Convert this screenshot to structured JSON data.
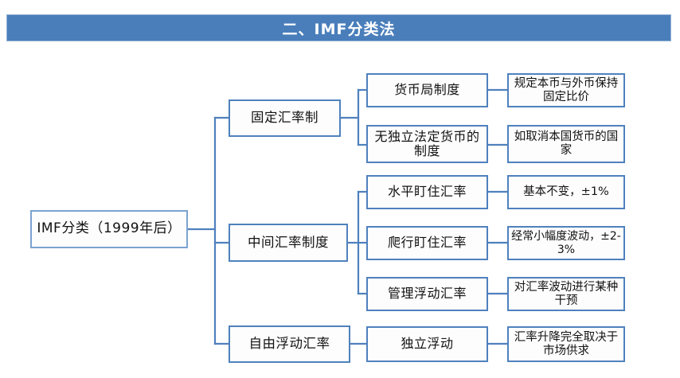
{
  "title": {
    "text": "二、IMF分类法",
    "bar_color": "#4a7ebb",
    "text_color": "#ffffff"
  },
  "palette": {
    "node_border": "#4f81bd",
    "node_fill": "#fdfdfd",
    "connector": "#4f81bd",
    "root_border": "#7ba3d0",
    "background": "#ffffff"
  },
  "diagram": {
    "type": "tree",
    "orientation": "left-to-right",
    "root": {
      "label": "IMF分类（1999年后）"
    },
    "level2": [
      {
        "label": "固定汇率制"
      },
      {
        "label": "中间汇率制度"
      },
      {
        "label": "自由浮动汇率"
      }
    ],
    "level3": [
      {
        "label": "货币局制度",
        "parent": "固定汇率制"
      },
      {
        "label": "无独立法定货币的制度",
        "parent": "固定汇率制"
      },
      {
        "label": "水平盯住汇率",
        "parent": "中间汇率制度"
      },
      {
        "label": "爬行盯住汇率",
        "parent": "中间汇率制度"
      },
      {
        "label": "管理浮动汇率",
        "parent": "中间汇率制度"
      },
      {
        "label": "独立浮动",
        "parent": "自由浮动汇率"
      }
    ],
    "level4": [
      {
        "label": "规定本币与外币保持固定比价",
        "parent": "货币局制度"
      },
      {
        "label": "如取消本国货币的国家",
        "parent": "无独立法定货币的制度"
      },
      {
        "label": "基本不变，±1%",
        "parent": "水平盯住汇率"
      },
      {
        "label": "经常小幅度波动，±2-3%",
        "parent": "爬行盯住汇率"
      },
      {
        "label": "对汇率波动进行某种干预",
        "parent": "管理浮动汇率"
      },
      {
        "label": "汇率升降完全取决于市场供求",
        "parent": "独立浮动"
      }
    ]
  }
}
